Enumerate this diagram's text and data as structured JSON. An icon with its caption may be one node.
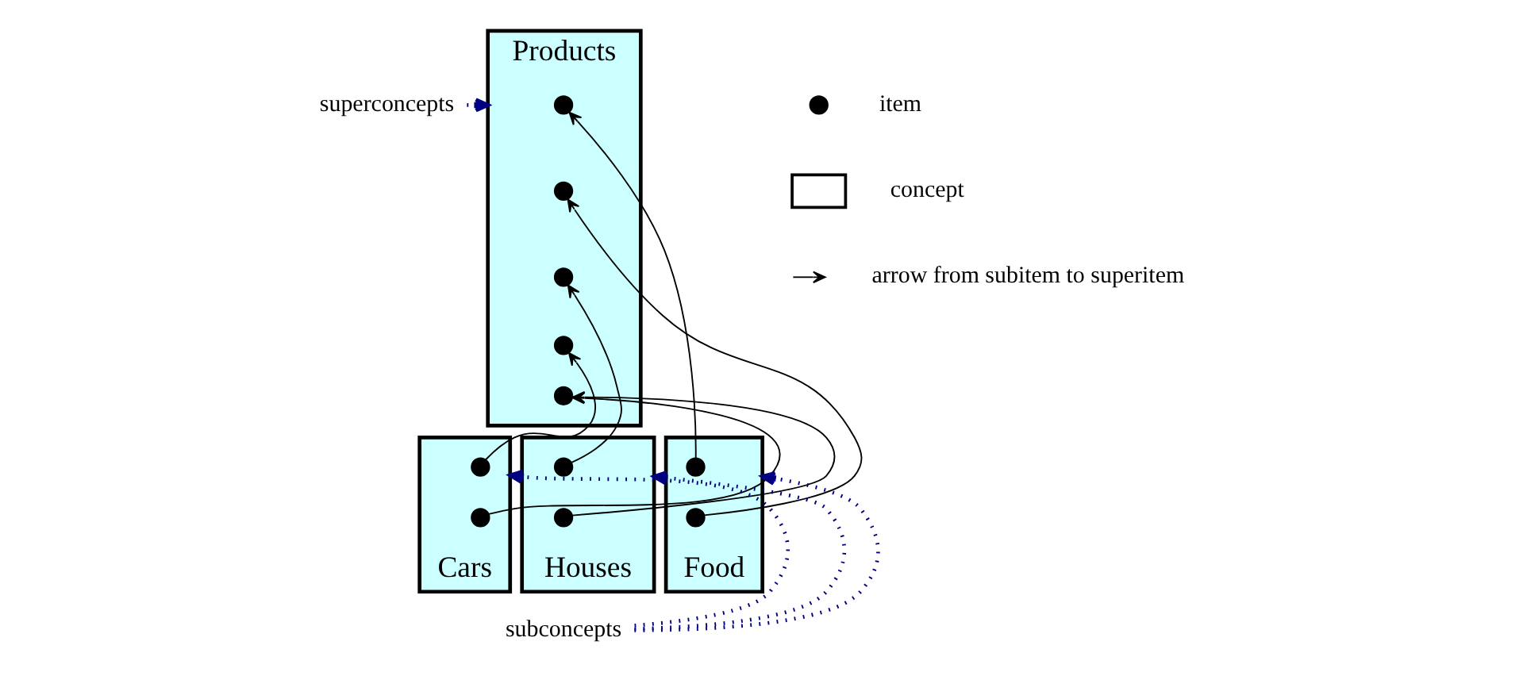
{
  "diagram": {
    "nodes": [
      {
        "text": [
          "Products"
        ]
      },
      {
        "text": [],
        "shape": "circle",
        "in": 0
      },
      {
        "text": [],
        "shape": "circle",
        "in": 0
      },
      {
        "text": [],
        "shape": "circle",
        "in": 0
      },
      {
        "text": [],
        "shape": "circle",
        "in": 0
      },
      {
        "text": [],
        "shape": "circle",
        "in": 0
      },
      {
        "text": [
          "Cars"
        ]
      },
      {
        "text": [],
        "shape": "circle",
        "in": 6
      },
      {
        "text": [],
        "shape": "circle",
        "in": 6
      },
      {
        "text": [
          "Houses"
        ]
      },
      {
        "text": [],
        "shape": "circle",
        "in": 9
      },
      {
        "text": [],
        "shape": "circle",
        "in": 9
      },
      {
        "text": [
          "Food"
        ]
      },
      {
        "text": [],
        "shape": "circle",
        "in": 12
      },
      {
        "text": [],
        "shape": "circle",
        "in": 12
      },
      {
        "text": [
          "superconcepts"
        ]
      },
      {
        "text": [
          "subconcepts"
        ]
      },
      {
        "text": [],
        "shape": "circle"
      },
      {
        "text": [],
        "shape": "box"
      }
    ],
    "edges": [
      {
        "from": 7,
        "to": 4,
        "arrow": "to"
      },
      {
        "from": 8,
        "to": 5,
        "arrow": "to"
      },
      {
        "from": 10,
        "to": 3,
        "arrow": "to"
      },
      {
        "from": 11,
        "to": 5,
        "arrow": "to"
      },
      {
        "from": 13,
        "to": 1,
        "arrow": "to"
      },
      {
        "from": 14,
        "to": 2,
        "arrow": "to"
      },
      {
        "from": 15,
        "to": 0,
        "arrow": "to",
        "style": "dashed",
        "color": "#000080"
      },
      {
        "from": 16,
        "to": 6,
        "arrow": "to",
        "style": "dashed",
        "color": "#000080"
      },
      {
        "from": 16,
        "to": 9,
        "arrow": "to",
        "style": "dashed",
        "color": "#000080"
      },
      {
        "from": 16,
        "to": 12,
        "arrow": "to",
        "style": "dashed",
        "color": "#000080"
      }
    ],
    "legend": [
      {
        "text": "item"
      },
      {
        "text": "concept"
      },
      {
        "text": "arrow from subitem to superitem"
      }
    ]
  }
}
